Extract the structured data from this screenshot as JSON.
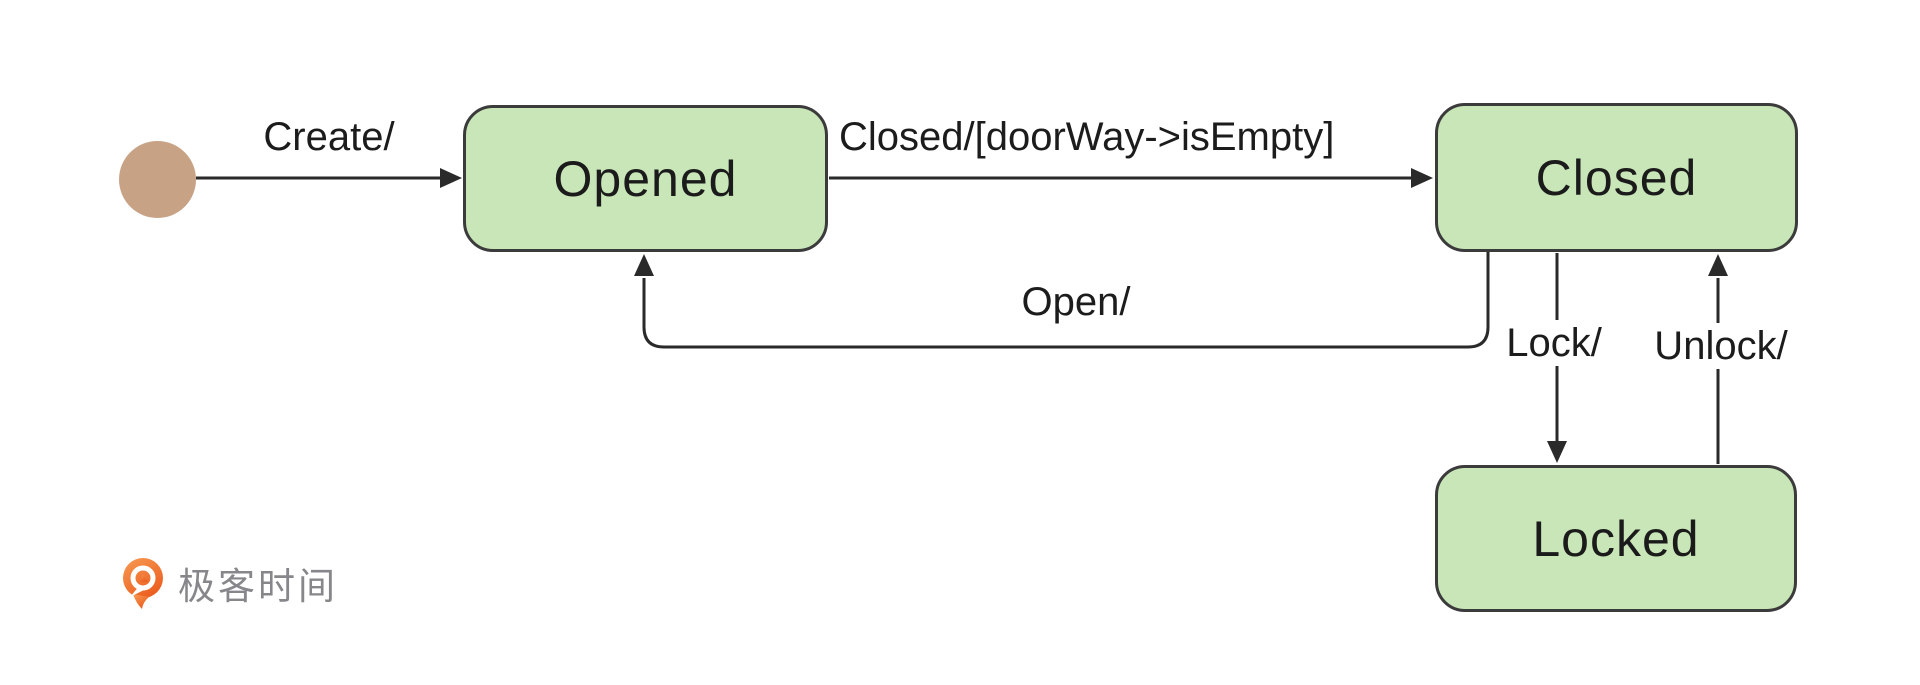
{
  "states": {
    "opened": {
      "label": "Opened"
    },
    "closed": {
      "label": "Closed"
    },
    "locked": {
      "label": "Locked"
    }
  },
  "transitions": {
    "create": {
      "label": "Create/"
    },
    "close_guard": {
      "label": "Closed/[doorWay->isEmpty]"
    },
    "open": {
      "label": "Open/"
    },
    "lock": {
      "label": "Lock/"
    },
    "unlock": {
      "label": "Unlock/"
    }
  },
  "colors": {
    "state_fill": "#c9e6b8",
    "state_border": "#3b3b3b",
    "connector": "#2a2a2a",
    "initial_state_fill": "#c7a285",
    "logo_orange": "#ee6a28",
    "logo_text_gray": "#87878b"
  },
  "branding": {
    "logo_text": "极客时间"
  }
}
